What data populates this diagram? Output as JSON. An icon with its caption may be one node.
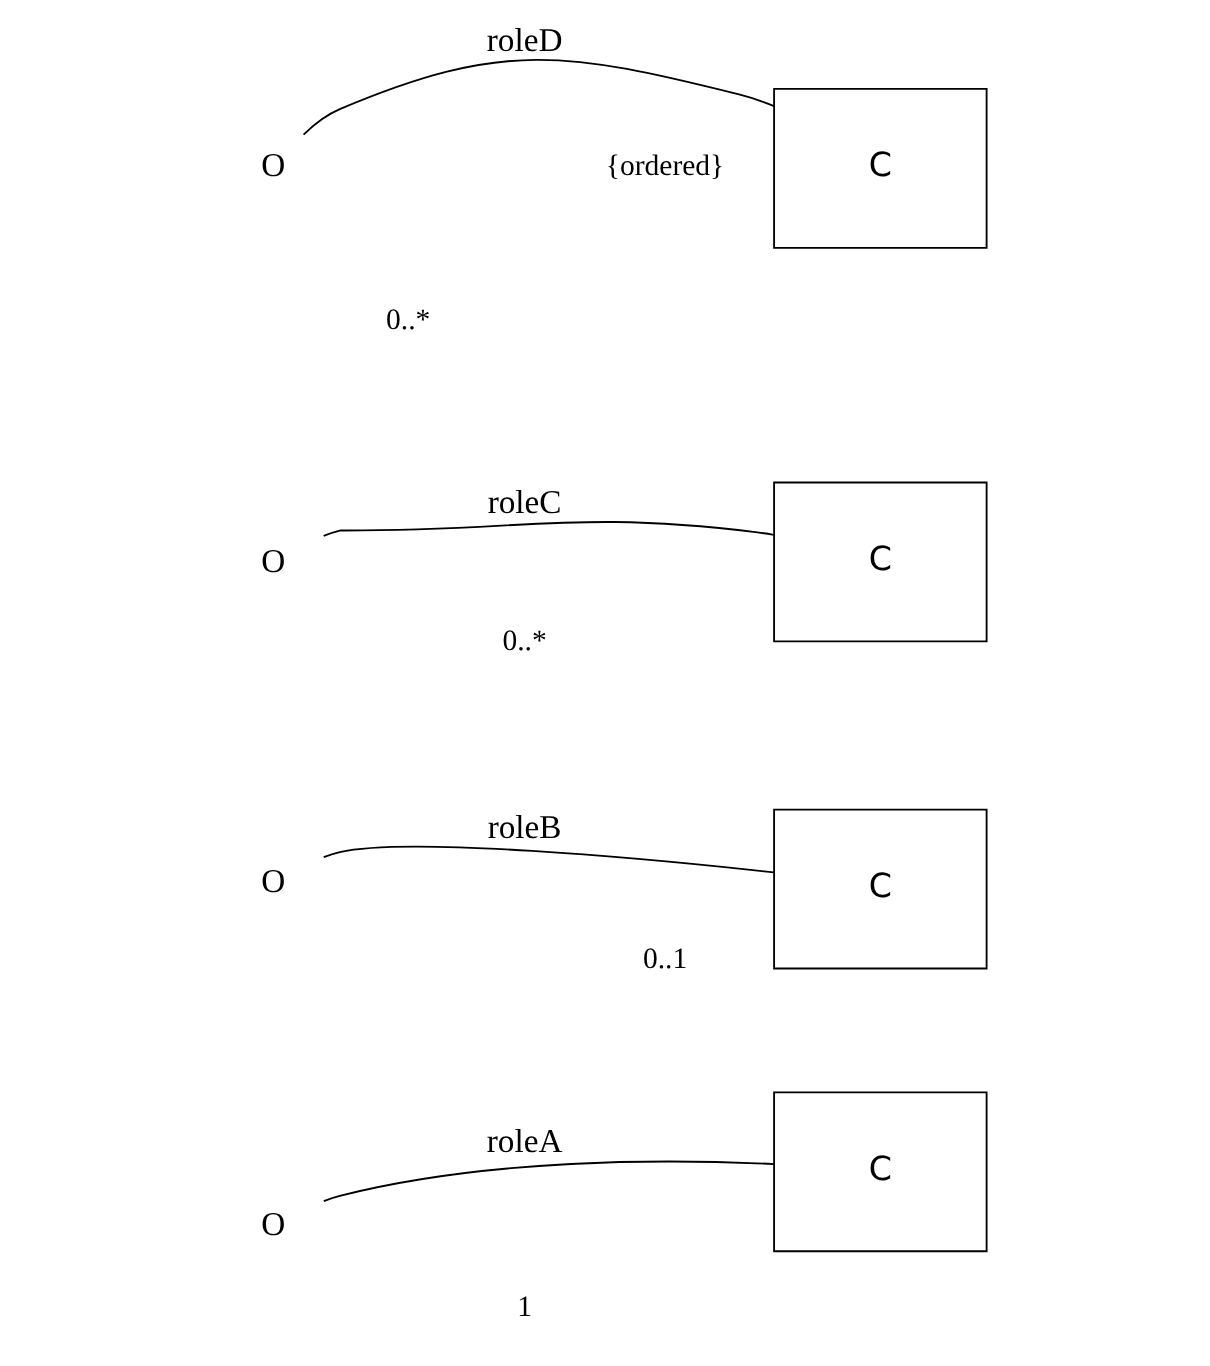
{
  "diagram": {
    "nodes": [
      {
        "text": [
          "O"
        ]
      },
      {
        "text": [
          "C"
        ]
      },
      {
        "text": [
          "O"
        ]
      },
      {
        "text": [
          "C"
        ]
      },
      {
        "text": [
          "O"
        ]
      },
      {
        "text": [
          "C"
        ]
      },
      {
        "text": [
          "O"
        ]
      },
      {
        "text": [
          "C"
        ]
      }
    ],
    "edges": [
      {
        "from": 0,
        "to": 1,
        "arrow": "none",
        "label": "roleA"
      },
      {
        "from": 2,
        "to": 3,
        "arrow": "none",
        "label": "roleB"
      },
      {
        "from": 4,
        "to": 5,
        "arrow": "none",
        "label": "roleC"
      },
      {
        "from": 6,
        "to": 7,
        "arrow": "none",
        "label": "roleD"
      }
    ],
    "labels": [
      "1",
      "0..1",
      "0..*",
      "{ordered}",
      "0..*"
    ]
  }
}
